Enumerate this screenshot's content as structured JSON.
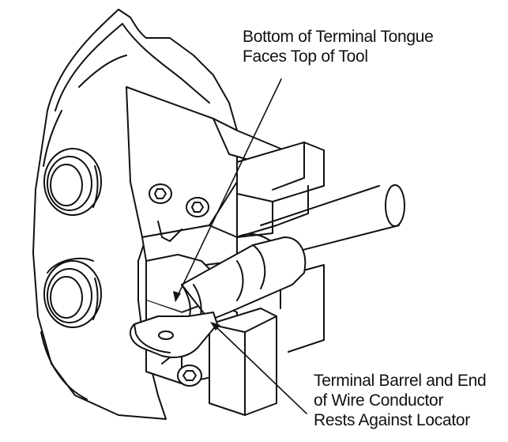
{
  "callouts": {
    "tongue": {
      "line1": "Bottom of Terminal Tongue",
      "line2": "Faces Top of Tool"
    },
    "barrel": {
      "line1": "Terminal Barrel and End",
      "line2": "of Wire Conductor",
      "line3": "Rests Against Locator"
    }
  },
  "colors": {
    "ink": "#111111",
    "background": "#ffffff"
  }
}
